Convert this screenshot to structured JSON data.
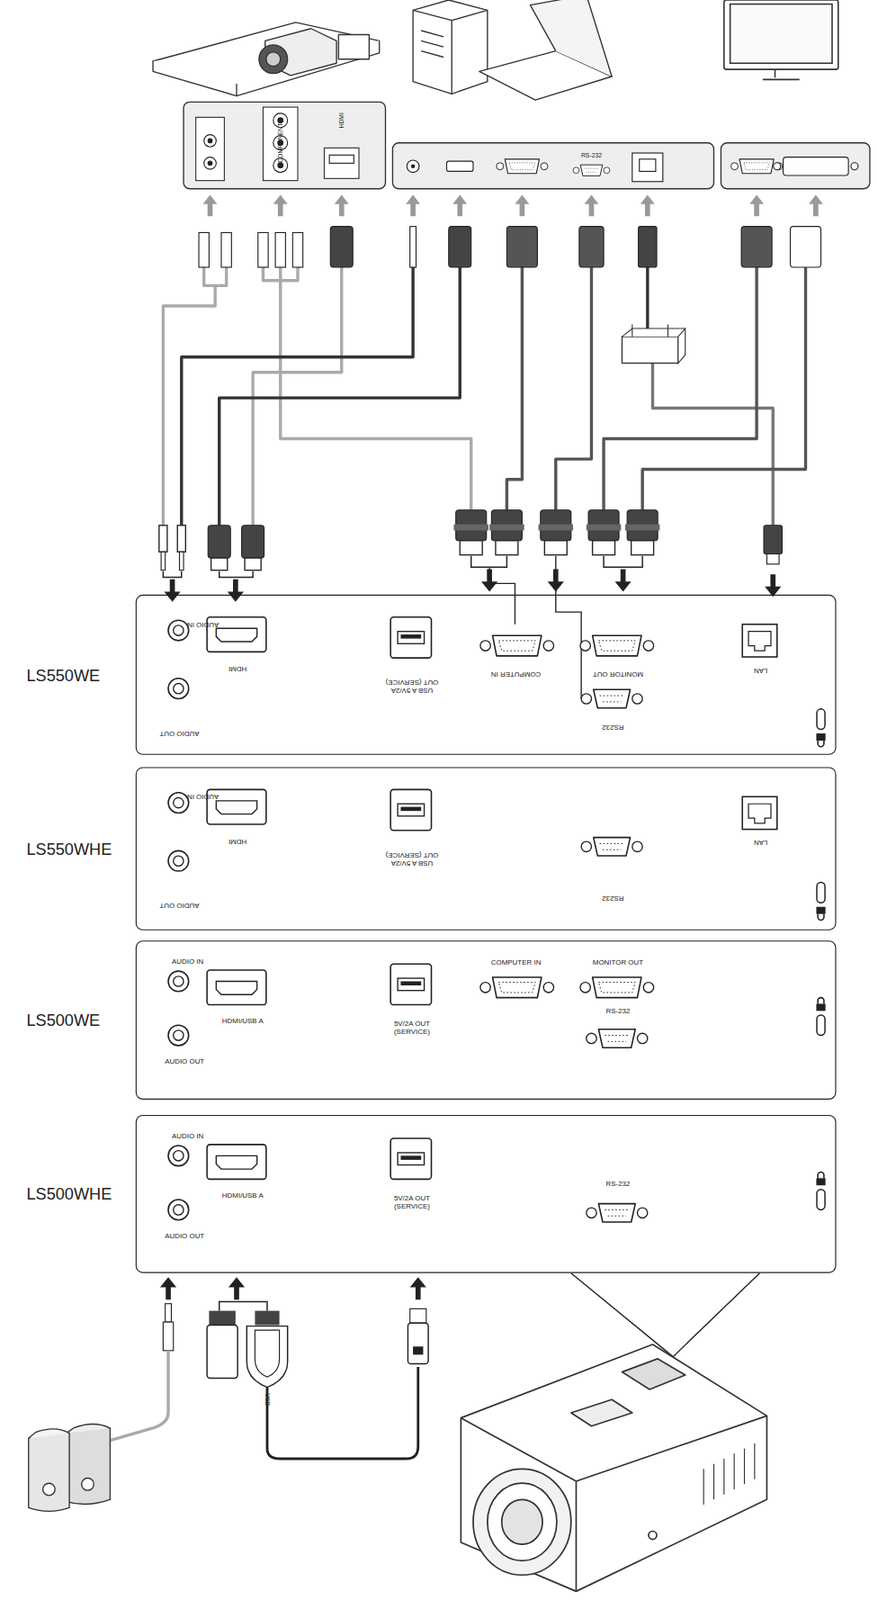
{
  "diagram": {
    "nodes": [
      {
        "text": [
          "LS550WE",
          "AUDIO IN",
          "HDMI",
          "AUDIO OUT",
          "USB A 5V/2A OUT (SERVICE)",
          "COMPUTER IN",
          "MONITOR OUT",
          "RS232",
          "LAN"
        ]
      },
      {
        "text": [
          "LS550WHE",
          "AUDIO IN",
          "HDMI",
          "AUDIO OUT",
          "USB A 5V/2A OUT (SERVICE)",
          "RS232",
          "LAN"
        ]
      },
      {
        "text": [
          "LS500WE",
          "AUDIO IN",
          "HDMI/USB A",
          "AUDIO OUT",
          "5V/2A OUT (SERVICE)",
          "COMPUTER IN",
          "MONITOR OUT",
          "RS-232"
        ]
      },
      {
        "text": [
          "LS500WHE",
          "AUDIO IN",
          "HDMI/USB A",
          "AUDIO OUT",
          "5V/2A OUT (SERVICE)",
          "RS-232"
        ]
      }
    ],
    "labels": [
      "COMPONENT",
      "HDMI",
      "RS-232",
      "USB"
    ]
  }
}
